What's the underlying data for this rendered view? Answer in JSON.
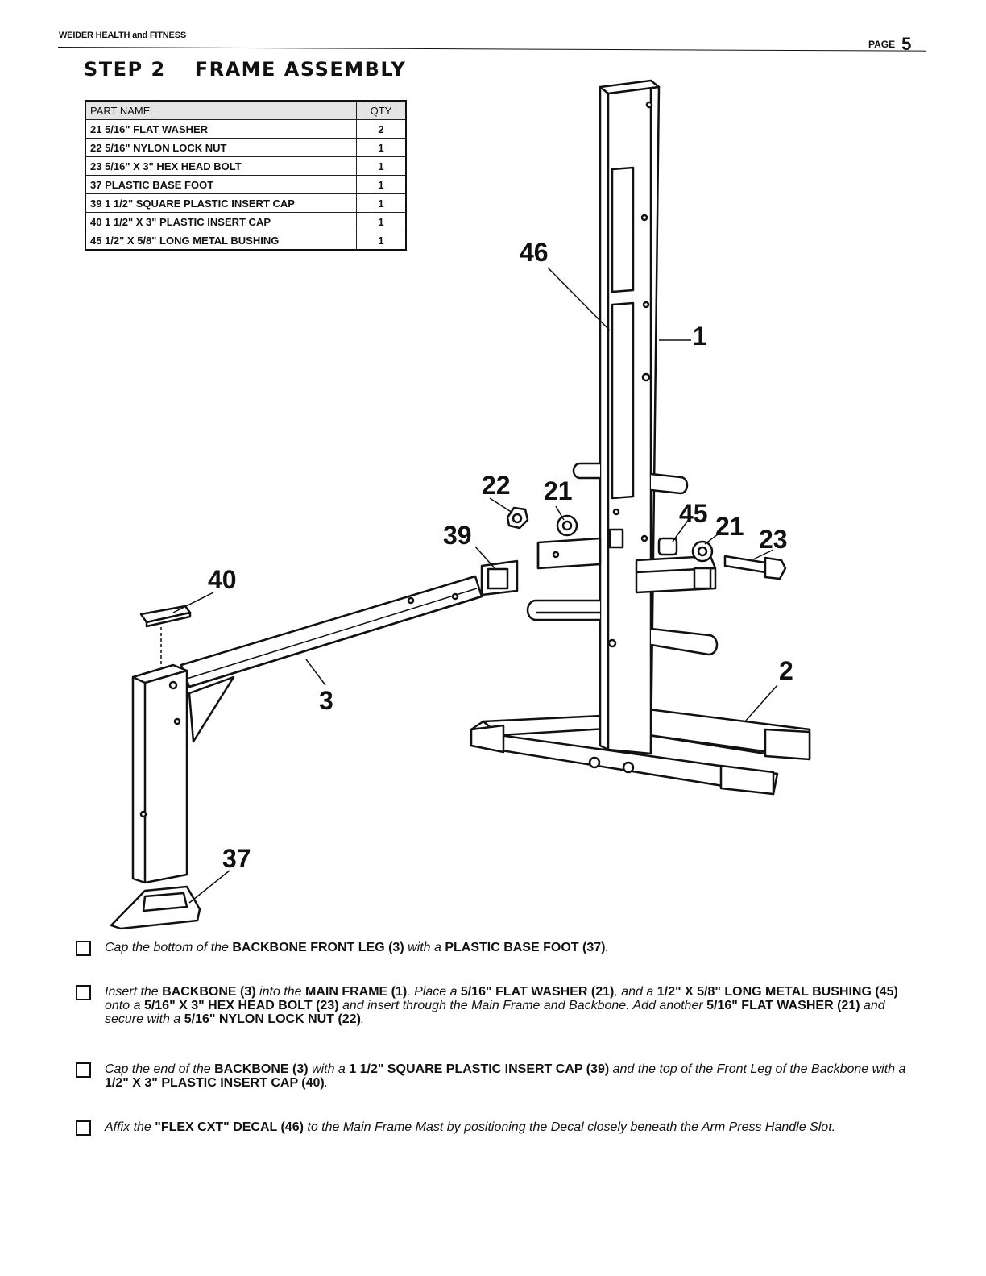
{
  "header": {
    "brand": "WEIDER HEALTH and FITNESS",
    "page_label": "PAGE",
    "page_number": "5"
  },
  "title": {
    "step": "STEP 2",
    "name": "FRAME ASSEMBLY"
  },
  "parts_table": {
    "columns": [
      "PART NAME",
      "QTY"
    ],
    "rows": [
      {
        "part": "21  5/16\" FLAT WASHER",
        "qty": "2"
      },
      {
        "part": "22  5/16\" NYLON LOCK NUT",
        "qty": "1"
      },
      {
        "part": "23  5/16\" X 3\" HEX HEAD BOLT",
        "qty": "1"
      },
      {
        "part": "37  PLASTIC BASE FOOT",
        "qty": "1"
      },
      {
        "part": "39  1 1/2\" SQUARE PLASTIC INSERT CAP",
        "qty": "1"
      },
      {
        "part": "40  1 1/2\" X 3\" PLASTIC INSERT CAP",
        "qty": "1"
      },
      {
        "part": "45  1/2\" X 5/8\" LONG METAL BUSHING",
        "qty": "1"
      }
    ]
  },
  "callouts": {
    "c46": "46",
    "c1": "1",
    "c22": "22",
    "c21a": "21",
    "c39": "39",
    "c45": "45",
    "c21b": "21",
    "c23": "23",
    "c40": "40",
    "c2": "2",
    "c3": "3",
    "c37": "37"
  },
  "instructions": [
    {
      "t1": "Cap the bottom of the ",
      "b1": "BACKBONE FRONT LEG (3)",
      "t2": " with a ",
      "b2": "PLASTIC BASE FOOT (37)",
      "t3": "."
    },
    {
      "t1": "Insert the ",
      "b1": "BACKBONE (3)",
      "t2": " into the ",
      "b2": "MAIN FRAME (1)",
      "t3": ".  Place a ",
      "b3": "5/16\" FLAT WASHER (21)",
      "t4": ", and a ",
      "b4": "1/2\" X 5/8\" LONG METAL BUSHING (45)",
      "t5": " onto a ",
      "b5": "5/16\" X 3\" HEX HEAD BOLT (23)",
      "t6": " and insert through the Main Frame and Backbone.  Add another ",
      "b6": "5/16\" FLAT WASHER (21)",
      "t7": " and secure with a ",
      "b7": "5/16\" NYLON LOCK NUT (22)",
      "t8": "."
    },
    {
      "t1": "Cap the end of the ",
      "b1": "BACKBONE (3)",
      "t2": " with a ",
      "b2": "1 1/2\" SQUARE PLASTIC INSERT CAP (39)",
      "t3": " and the top of the Front Leg of the Backbone with a ",
      "b3": "1/2\" X 3\" PLASTIC INSERT CAP (40)",
      "t4": "."
    },
    {
      "t1": "Affix the ",
      "b1": "\"FLEX CXT\" DECAL (46)",
      "t2": " to the Main Frame Mast by positioning the Decal closely beneath the Arm Press Handle Slot."
    }
  ]
}
